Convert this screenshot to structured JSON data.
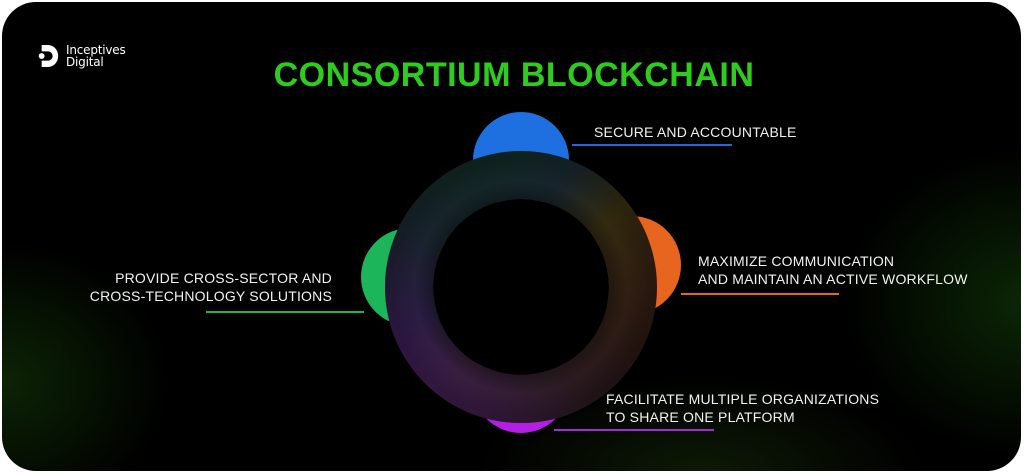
{
  "brand": {
    "name_line1": "Inceptives",
    "name_line2": "Digital"
  },
  "title": "CONSORTIUM BLOCKCHAIN",
  "colors": {
    "title": "#2dcc1e",
    "background": "#000000",
    "blue": "#1e6fe0",
    "orange": "#e8651f",
    "green": "#1db55a",
    "purple": "#b41fe6",
    "label_text": "#f2f2f2"
  },
  "nodes": [
    {
      "id": "top",
      "color": "blue",
      "text_lines": [
        "SECURE AND ACCOUNTABLE"
      ]
    },
    {
      "id": "right",
      "color": "orange",
      "text_lines": [
        "MAXIMIZE COMMUNICATION",
        "AND MAINTAIN AN ACTIVE WORKFLOW"
      ]
    },
    {
      "id": "left",
      "color": "green",
      "text_lines": [
        "PROVIDE CROSS-SECTOR AND",
        "CROSS-TECHNOLOGY SOLUTIONS"
      ]
    },
    {
      "id": "bottom",
      "color": "purple",
      "text_lines": [
        "FACILITATE MULTIPLE ORGANIZATIONS",
        "TO SHARE ONE PLATFORM"
      ]
    }
  ]
}
